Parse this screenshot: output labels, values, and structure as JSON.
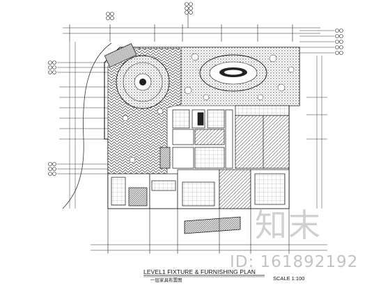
{
  "drawing": {
    "title": "LEVEL1 FIXTURE & FURNISHING PLAN",
    "subtitle": "一层家具布置图",
    "scale": "SCALE    1:100"
  },
  "watermark": {
    "brand": "知末",
    "id": "ID: 161892192"
  },
  "colors": {
    "line": "#1a1a1a",
    "hatch": "#555555",
    "background": "#ffffff"
  }
}
